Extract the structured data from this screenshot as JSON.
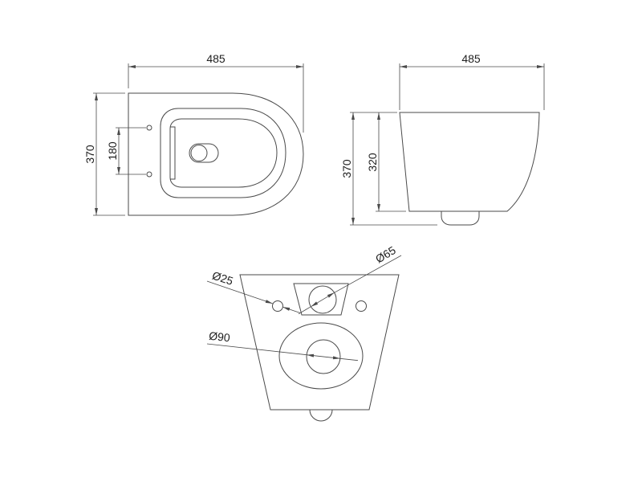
{
  "drawing": {
    "top_view": {
      "width_dimension": "485",
      "depth_dimension": "370",
      "hole_spacing_dimension": "180"
    },
    "side_view": {
      "width_dimension": "485",
      "overall_height_dimension": "370",
      "body_height_dimension": "320"
    },
    "rear_view": {
      "large_hole_dimension": "Ø65",
      "small_hole_dimension": "Ø25",
      "outlet_dimension": "Ø90"
    }
  },
  "colors": {
    "line": "#4a4a4a",
    "text": "#1e1e1e",
    "background": "#ffffff"
  }
}
